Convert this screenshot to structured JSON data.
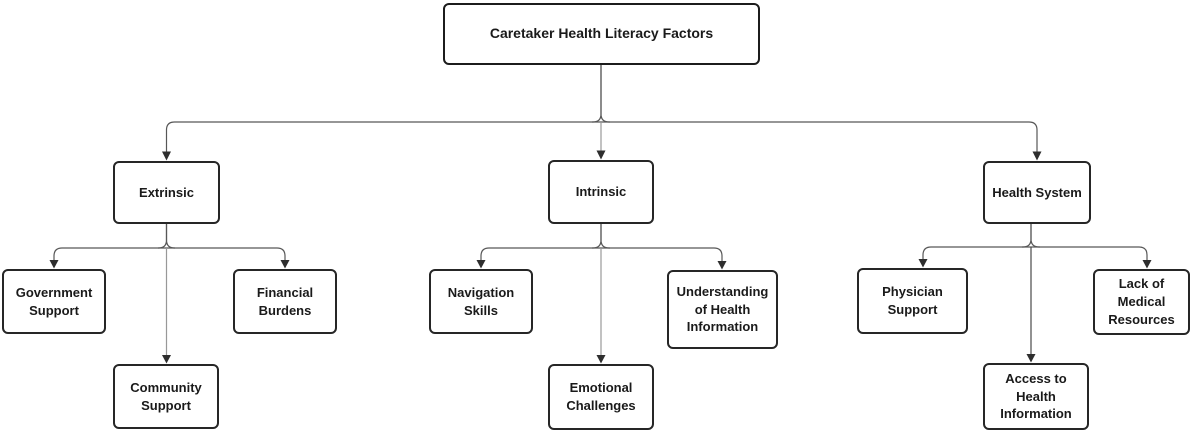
{
  "diagram": {
    "type": "tree-flowchart",
    "background": "#ffffff",
    "colors": {
      "box_fill": "#ffffff",
      "box_border": "#262626",
      "text": "#1a1a1a",
      "connector": "#575757",
      "connector_light": "#989898",
      "arrowhead": "#2e2e2e"
    },
    "nodes": {
      "root": {
        "label": "Caretaker Health Literacy Factors"
      },
      "extrinsic": {
        "label": "Extrinsic"
      },
      "intrinsic": {
        "label": "Intrinsic"
      },
      "health_system": {
        "label": "Health System"
      },
      "government_support": {
        "label": "Government Support"
      },
      "community_support": {
        "label": "Community Support"
      },
      "financial_burdens": {
        "label": "Financial Burdens"
      },
      "navigation_skills": {
        "label": "Navigation Skills"
      },
      "emotional_challenges": {
        "label": "Emotional Challenges"
      },
      "understanding_health_info": {
        "label": "Understanding of Health Information"
      },
      "physician_support": {
        "label": "Physician Support"
      },
      "access_health_info": {
        "label": "Access to Health Information"
      },
      "lack_medical_resources": {
        "label": "Lack of Medical Resources"
      }
    },
    "edges": [
      {
        "from": "root",
        "to": "extrinsic"
      },
      {
        "from": "root",
        "to": "intrinsic"
      },
      {
        "from": "root",
        "to": "health_system"
      },
      {
        "from": "extrinsic",
        "to": "government_support"
      },
      {
        "from": "extrinsic",
        "to": "community_support"
      },
      {
        "from": "extrinsic",
        "to": "financial_burdens"
      },
      {
        "from": "intrinsic",
        "to": "navigation_skills"
      },
      {
        "from": "intrinsic",
        "to": "emotional_challenges"
      },
      {
        "from": "intrinsic",
        "to": "understanding_health_info"
      },
      {
        "from": "health_system",
        "to": "physician_support"
      },
      {
        "from": "health_system",
        "to": "access_health_info"
      },
      {
        "from": "health_system",
        "to": "lack_medical_resources"
      }
    ]
  }
}
